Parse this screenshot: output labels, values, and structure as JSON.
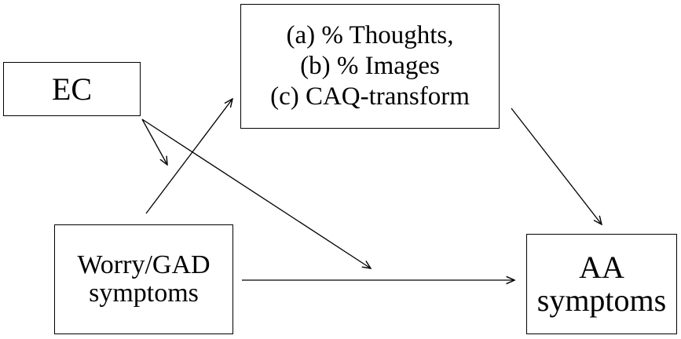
{
  "nodes": {
    "ec": {
      "lines": [
        "EC"
      ]
    },
    "mediators": {
      "lines": [
        "(a) % Thoughts,",
        "(b) % Images",
        "(c) CAQ-transform"
      ]
    },
    "worry": {
      "lines": [
        "Worry/GAD",
        "symptoms"
      ]
    },
    "aa": {
      "lines": [
        "AA",
        "symptoms"
      ]
    }
  },
  "edges": [
    {
      "from": "ec",
      "to": "worry-to-mediators-path",
      "label": ""
    },
    {
      "from": "ec",
      "to": "worry-to-aa-path",
      "label": ""
    },
    {
      "from": "worry",
      "to": "mediators",
      "label": ""
    },
    {
      "from": "mediators",
      "to": "aa",
      "label": ""
    },
    {
      "from": "worry",
      "to": "aa",
      "label": ""
    }
  ],
  "colors": {
    "line": "#000000",
    "background": "#ffffff"
  }
}
